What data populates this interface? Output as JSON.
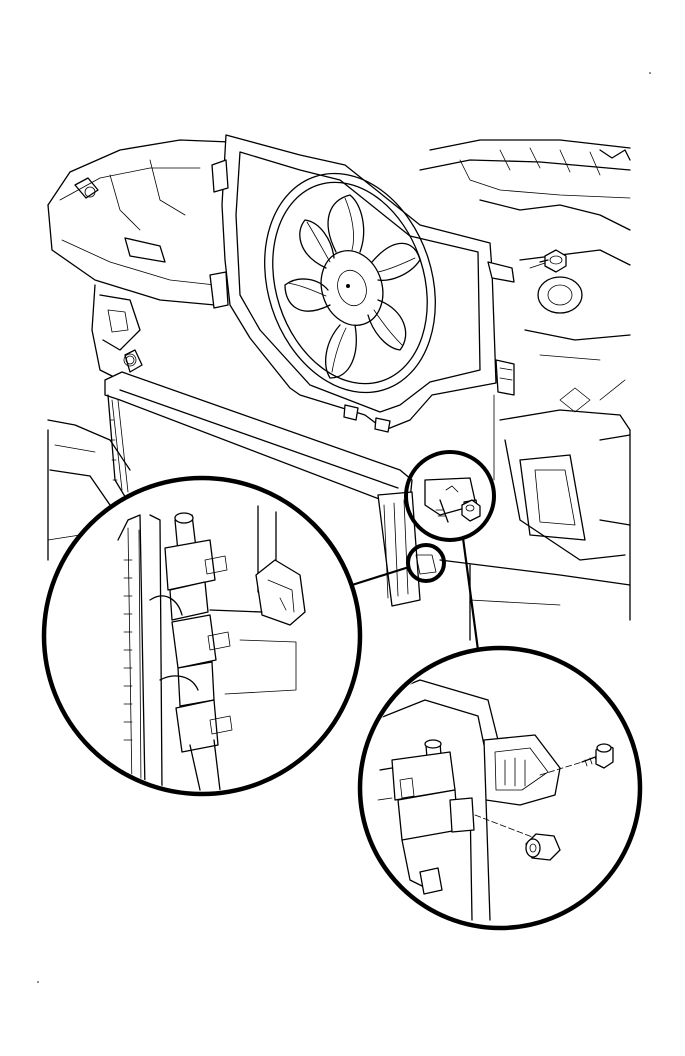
{
  "diagram": {
    "kind": "exploded-view line illustration",
    "colors": {
      "ink": "#000000",
      "paper": "#ffffff"
    },
    "components": [
      "cooling-fan-shroud",
      "fan-blades",
      "radiator-core",
      "vehicle-front-structure",
      "fastener-bolt",
      "fastener-nut",
      "detail-magnifier-left",
      "detail-magnifier-right"
    ]
  }
}
